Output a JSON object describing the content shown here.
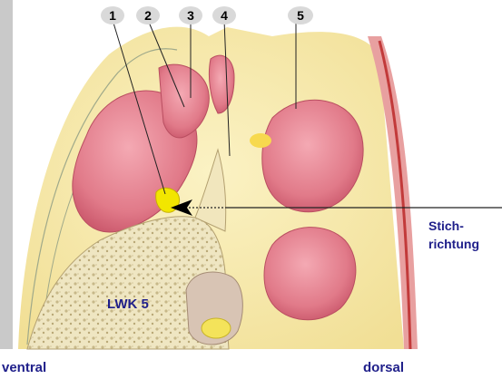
{
  "markers": [
    {
      "number": "1"
    },
    {
      "number": "2"
    },
    {
      "number": "3"
    },
    {
      "number": "4"
    },
    {
      "number": "5"
    }
  ],
  "labels": {
    "vertebra": "LWK 5",
    "direction_line1": "Stich-",
    "direction_line2": "richtung",
    "left": "ventral",
    "right": "dorsal"
  },
  "colors": {
    "label_text": "#1f1f8a",
    "marker_fill": "#d9d9d9",
    "fat": "#f7eaa6",
    "muscle": "#df6f80",
    "needle_tip": "#f2e600"
  }
}
